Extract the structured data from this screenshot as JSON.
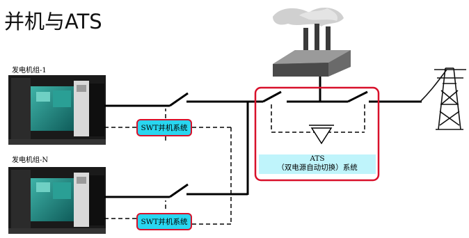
{
  "title": "并机与ATS",
  "generators": [
    {
      "label": "发电机组-1",
      "controller": "SWT并机系统"
    },
    {
      "label": "发电机组-N",
      "controller": "SWT并机系统"
    }
  ],
  "ats": {
    "line1": "ATS",
    "line2": "（双电源自动切换）系统"
  },
  "colors": {
    "frame_red": "#d8102a",
    "swt_fill": "#29d6f0",
    "ats_label_fill": "#bff4fb",
    "generator_body": "#1f8a86",
    "line": "#000000"
  },
  "icons": [
    "generator-icon",
    "factory-icon",
    "transmission-tower-icon",
    "diode-icon"
  ]
}
